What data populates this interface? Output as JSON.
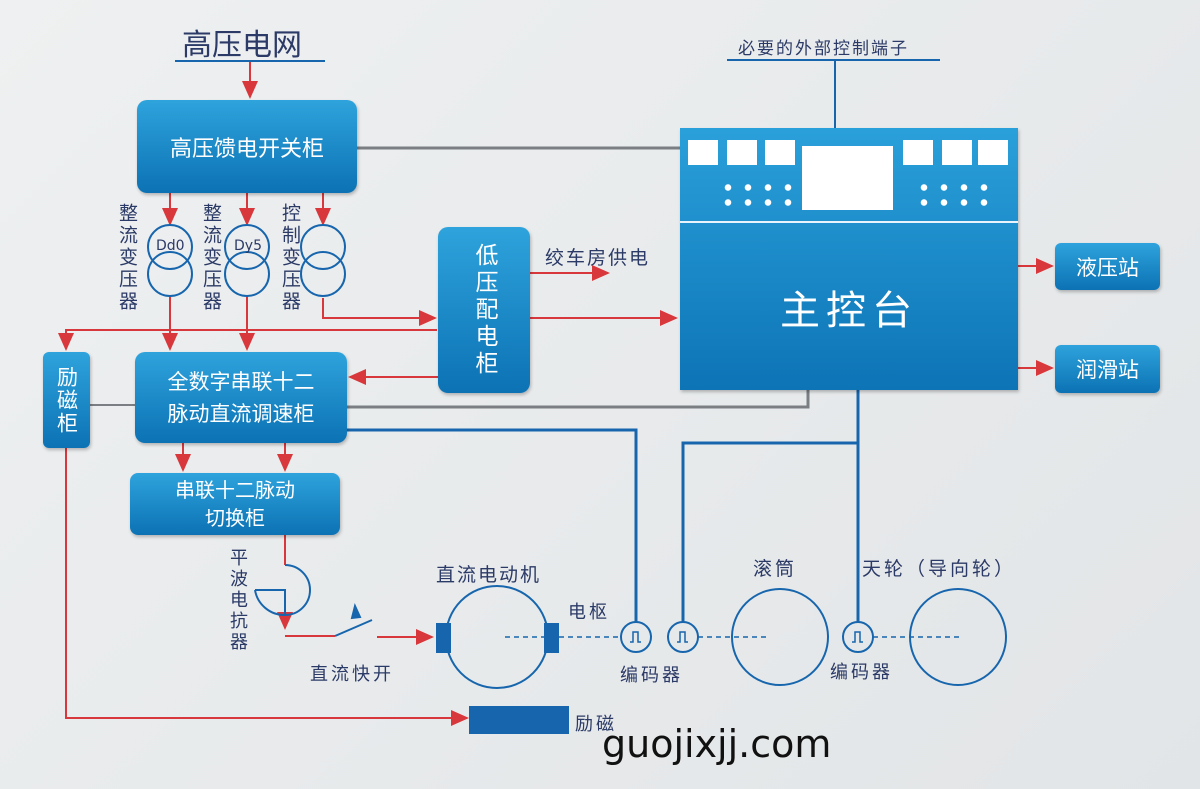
{
  "grid": "高压电网",
  "hv_switch": "高压馈电开关柜",
  "rect_tf1": "整流变压器",
  "rect_tf1_code": "Dd0",
  "rect_tf2": "整流变压器",
  "rect_tf2_code": "Dy5",
  "ctrl_tf": "控制变压器",
  "lv_cabinet": "低压配电柜",
  "winch_power": "绞车房供电",
  "ext_terminals": "必要的外部控制端子",
  "console": "主控台",
  "hydraulic": "液压站",
  "lubrication": "润滑站",
  "excitation_cab": "励磁柜",
  "speed_cab_1": "全数字串联十二",
  "speed_cab_2": "脉动直流调速柜",
  "switch_cab_1": "串联十二脉动",
  "switch_cab_2": "切换柜",
  "reactor": "平波电抗器",
  "breaker": "直流快开",
  "motor": "直流电动机",
  "armature": "电枢",
  "encoder1": "编码器",
  "drum": "滚筒",
  "encoder2": "编码器",
  "sheave": "天轮（导向轮）",
  "excitation": "励磁",
  "watermark": "guojixjj.com",
  "colors": {
    "box": "#1a8bcc",
    "power": "#d8383c",
    "signal": "#1766ad",
    "text": "#2b3a66"
  }
}
